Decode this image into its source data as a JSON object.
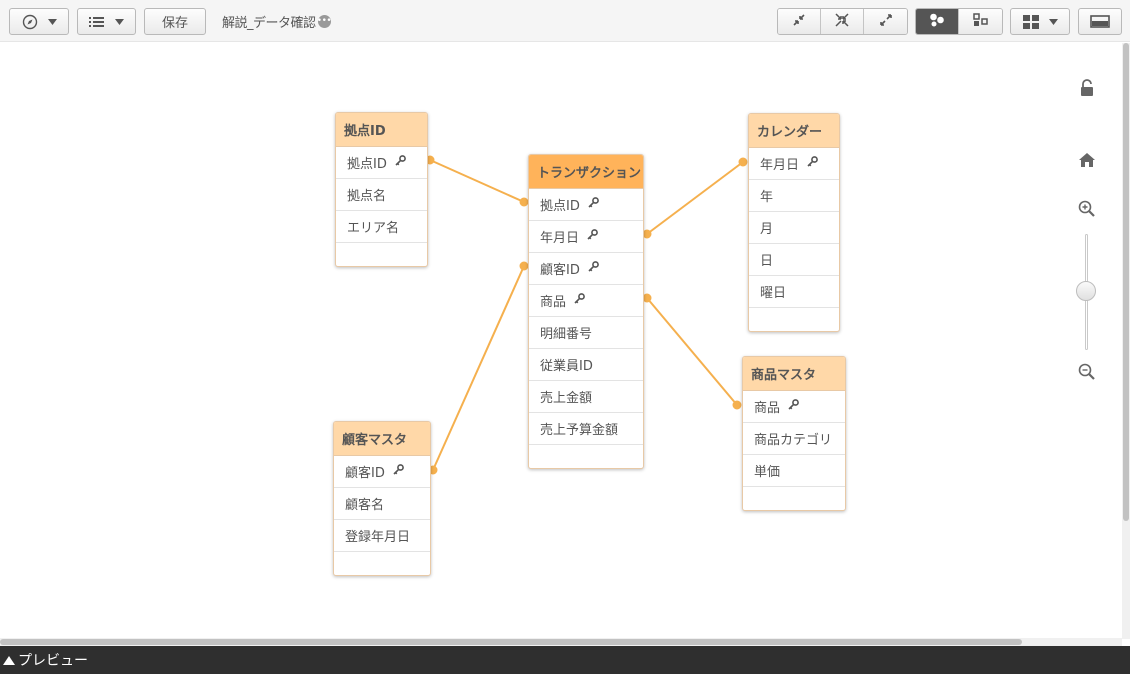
{
  "toolbar": {
    "save_label": "保存",
    "app_title": "解説_データ確認",
    "title_status_icon": "more-dots-icon"
  },
  "tables": {
    "kyoten": {
      "title": "拠点ID",
      "fields": [
        "拠点ID",
        "拠点名",
        "エリア名"
      ],
      "key_fields": [
        0
      ]
    },
    "transaction": {
      "title": "トランザクション",
      "fields": [
        "拠点ID",
        "年月日",
        "顧客ID",
        "商品",
        "明細番号",
        "従業員ID",
        "売上金額",
        "売上予算金額"
      ],
      "key_fields": [
        0,
        1,
        2,
        3
      ]
    },
    "calendar": {
      "title": "カレンダー",
      "fields": [
        "年月日",
        "年",
        "月",
        "日",
        "曜日"
      ],
      "key_fields": [
        0
      ]
    },
    "customer": {
      "title": "顧客マスタ",
      "fields": [
        "顧客ID",
        "顧客名",
        "登録年月日"
      ],
      "key_fields": [
        0
      ]
    },
    "product": {
      "title": "商品マスタ",
      "fields": [
        "商品",
        "商品カテゴリ",
        "単価"
      ],
      "key_fields": [
        0
      ]
    }
  },
  "preview": {
    "label": "プレビュー"
  },
  "colors": {
    "link": "#f5b04e",
    "header": "#ffd8a8",
    "hub_header": "#ffb35a"
  },
  "icons": [
    "compass-icon",
    "list-icon",
    "collapse-icon",
    "collapse-all-icon",
    "expand-icon",
    "internal-view-icon",
    "source-view-icon",
    "layout-grid-icon",
    "panel-toggle-icon",
    "lock-icon",
    "home-icon",
    "zoom-in-icon",
    "zoom-out-icon",
    "key-icon"
  ]
}
